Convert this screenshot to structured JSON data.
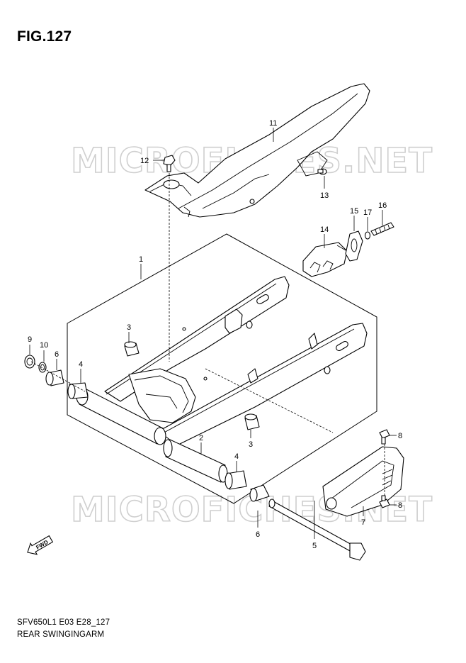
{
  "figure": {
    "title": "FIG.127",
    "model_code": "SFV650L1 E03 E28_127",
    "description": "REAR SWINGINGARM"
  },
  "watermark": {
    "text": "MICROFICHES.NET"
  },
  "fwd_label": "FWD",
  "callouts": [
    "1",
    "2",
    "3",
    "3",
    "4",
    "4",
    "5",
    "6",
    "6",
    "7",
    "8",
    "8",
    "9",
    "10",
    "11",
    "12",
    "13",
    "14",
    "15",
    "16",
    "17"
  ]
}
